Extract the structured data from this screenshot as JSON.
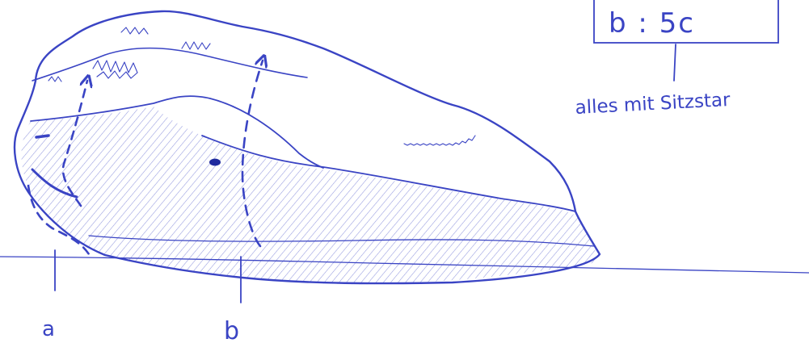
{
  "labels": {
    "a": "a",
    "b": "b",
    "box": "b : 5c",
    "note": "alles mit Sitzstar"
  },
  "colors": {
    "ink": "#3a44c4",
    "paper": "#ffffff"
  }
}
